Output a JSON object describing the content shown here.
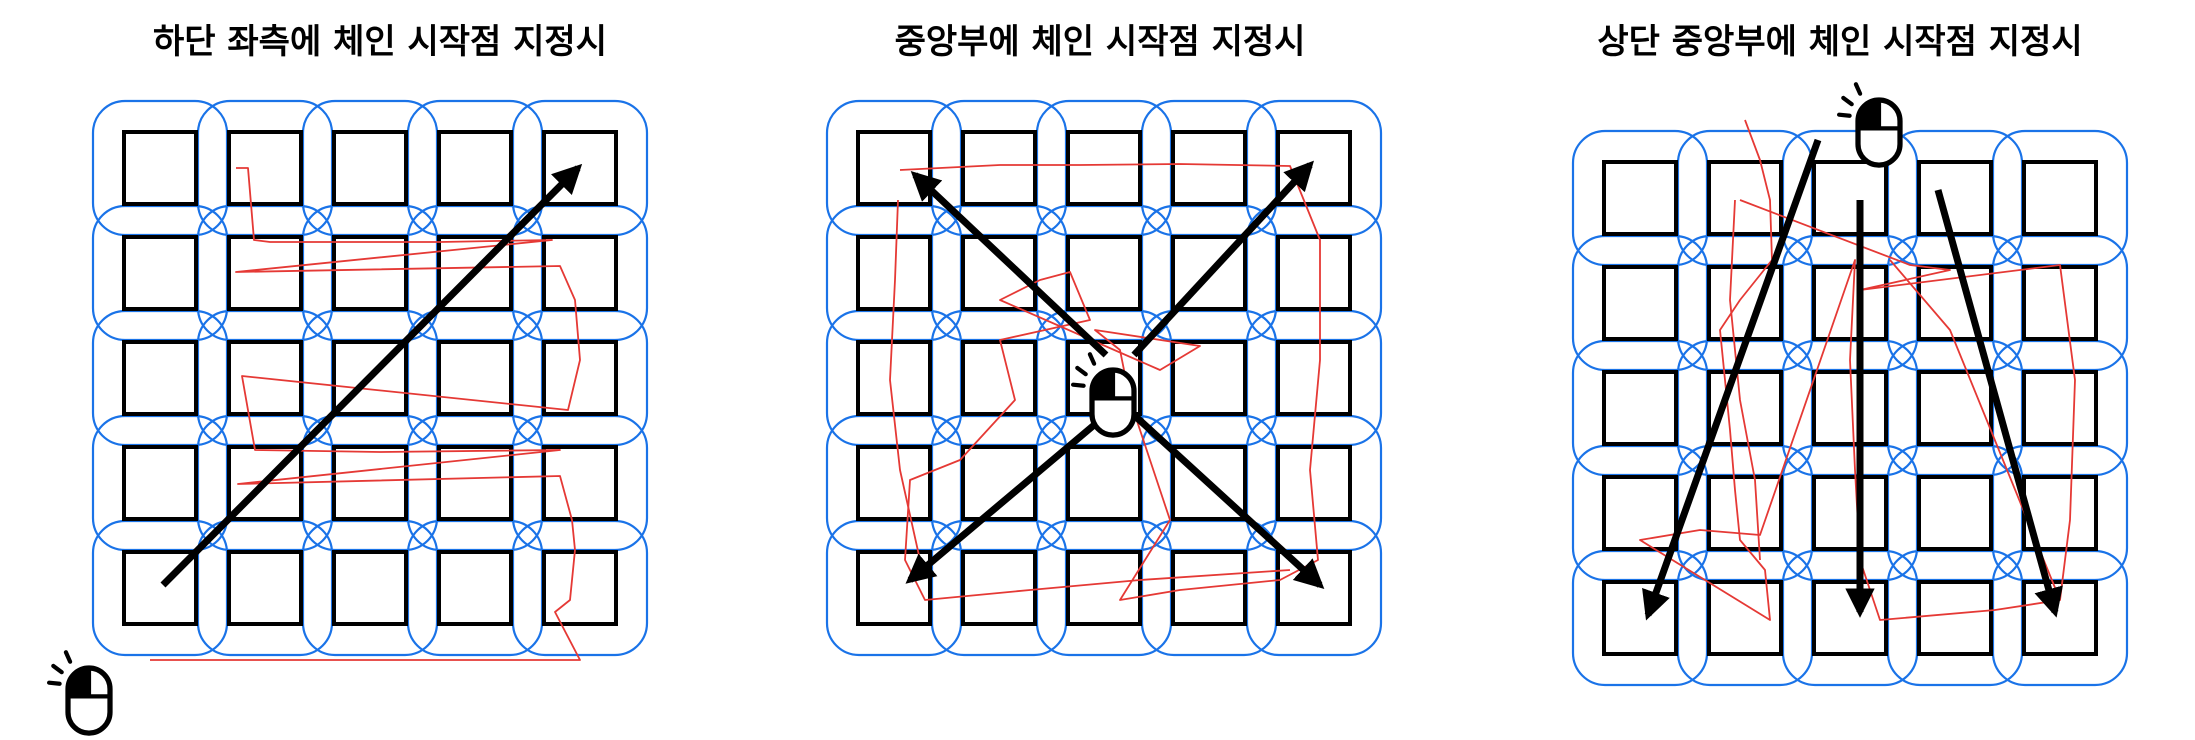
{
  "panels": [
    {
      "title": "하단 좌측에 체인 시작점 지정시",
      "mode": "diagonal-from-bottom-left"
    },
    {
      "title": "중앙부에 체인 시작점 지정시",
      "mode": "radial-from-center"
    },
    {
      "title": "상단 중앙부에 체인 시작점 지정시",
      "mode": "downward-from-top-center"
    }
  ],
  "grid": {
    "rows": 5,
    "cols": 5
  },
  "colors": {
    "cell": "#000000",
    "ring": "#1a73e8",
    "chain": "#e53935",
    "arrow": "#000000"
  },
  "icons": {
    "start_marker": "mouse-click-icon"
  }
}
